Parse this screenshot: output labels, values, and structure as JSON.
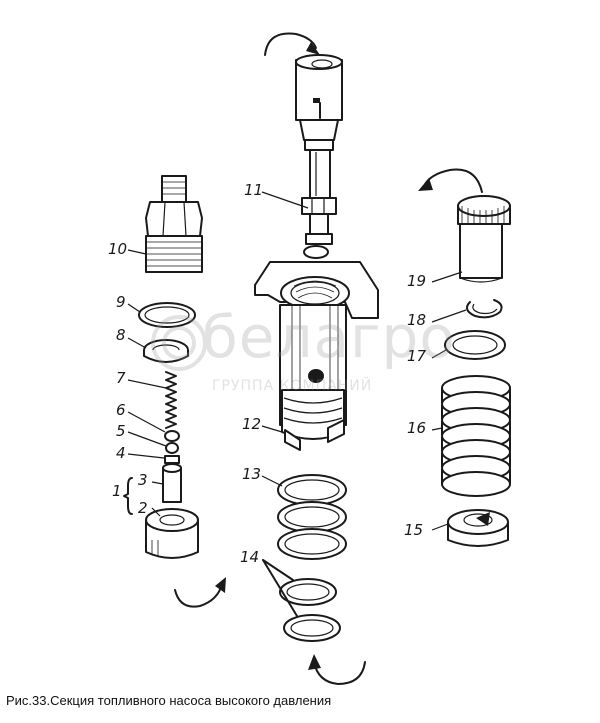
{
  "caption": "Рис.33.Секция топливного насоса высокого давления",
  "watermark": {
    "brand": "белагро",
    "tagline": "ГРУППА КОМПАНИЙ"
  },
  "callouts": [
    "1",
    "2",
    "3",
    "4",
    "5",
    "6",
    "7",
    "8",
    "9",
    "10",
    "11",
    "12",
    "13",
    "14",
    "15",
    "16",
    "17",
    "18",
    "19"
  ]
}
